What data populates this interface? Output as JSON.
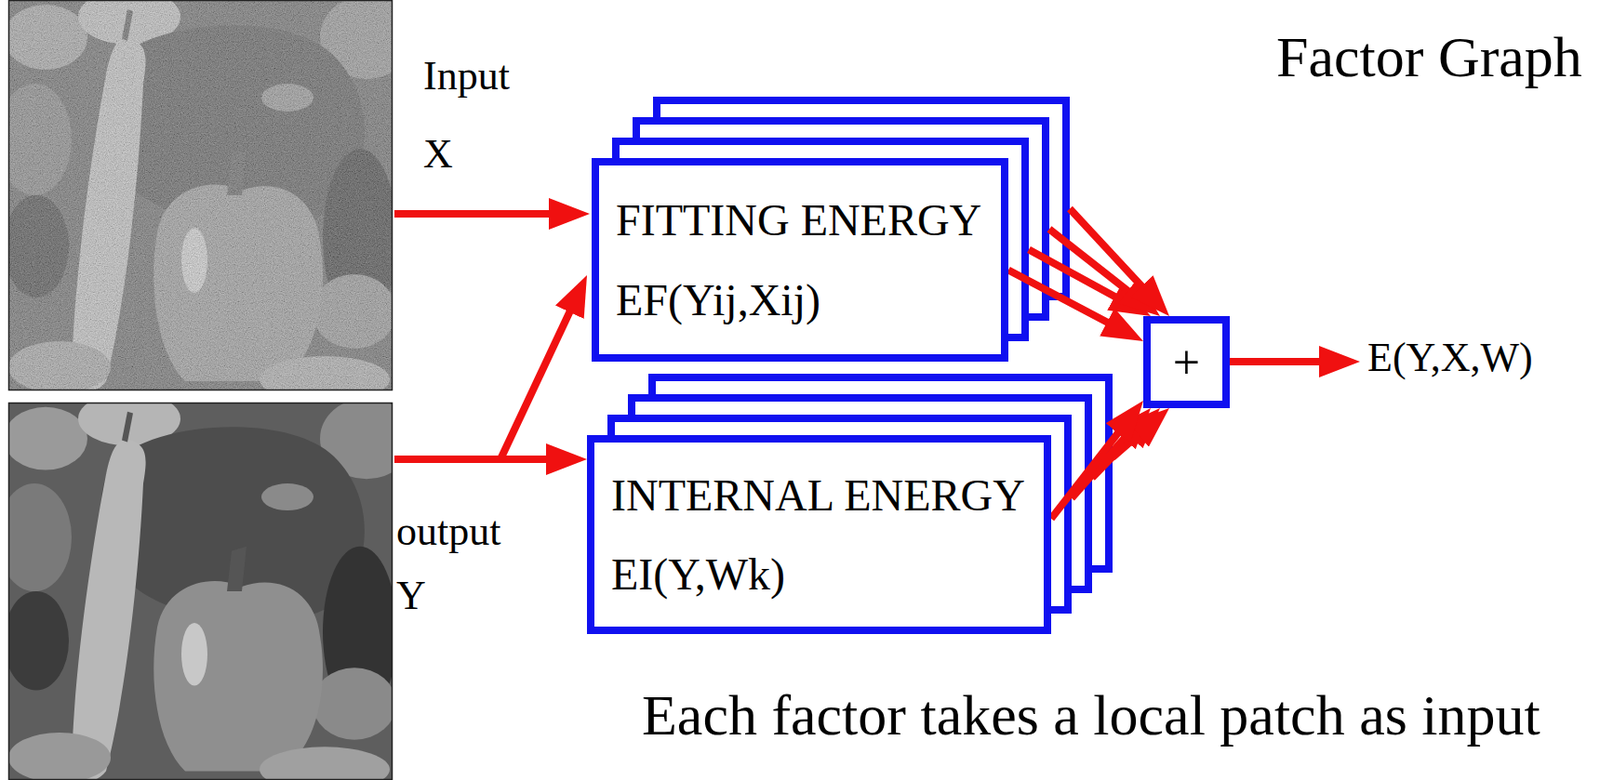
{
  "diagram": {
    "nodes": [
      {
        "text": [
          "FITTING ENERGY",
          "EF(Yij,Xij)"
        ]
      },
      {
        "text": [
          "INTERNAL ENERGY",
          "EI(Y,Wk)"
        ]
      },
      {
        "text": [
          "+"
        ]
      }
    ],
    "edges": [
      {
        "from": 0,
        "to": 2,
        "arrow": "to"
      },
      {
        "from": 1,
        "to": 2,
        "arrow": "to"
      }
    ],
    "labels": [
      "Input",
      "X",
      "output",
      "Y",
      "Factor Graph",
      "E(Y,X,W)",
      "Each factor takes a local patch as input"
    ]
  }
}
